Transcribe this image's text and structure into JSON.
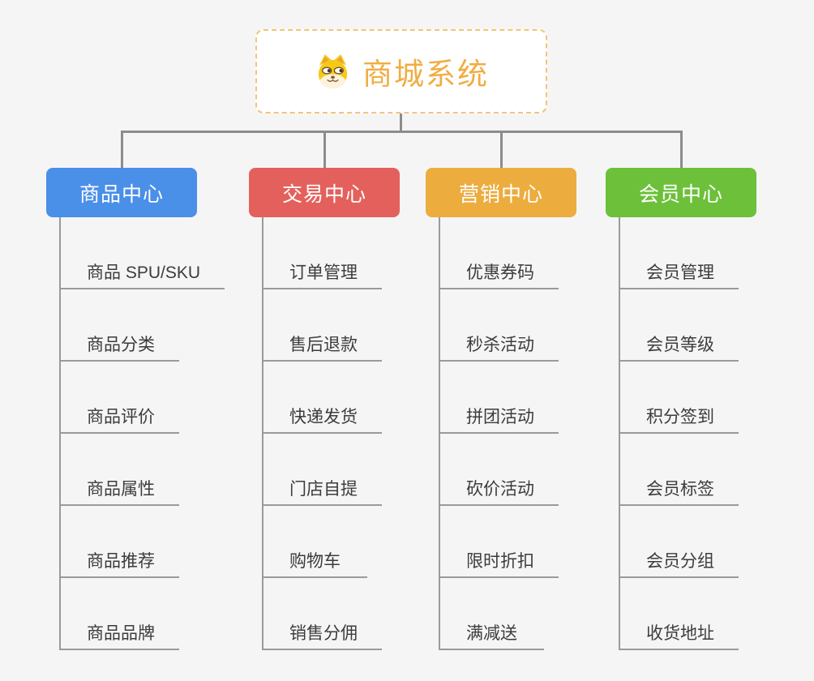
{
  "root": {
    "title": "商城系统",
    "icon": "dog-face-icon",
    "accent_color": "#f0ad43",
    "border_color": "#f2c47c"
  },
  "connector_color": "#8c8c8c",
  "child_line_color": "#9a9a9a",
  "branches": [
    {
      "label": "商品中心",
      "color": "#4a8fe8",
      "children": [
        "商品 SPU/SKU",
        "商品分类",
        "商品评价",
        "商品属性",
        "商品推荐",
        "商品品牌"
      ]
    },
    {
      "label": "交易中心",
      "color": "#e4605c",
      "children": [
        "订单管理",
        "售后退款",
        "快递发货",
        "门店自提",
        "购物车",
        "销售分佣"
      ]
    },
    {
      "label": "营销中心",
      "color": "#ecac3e",
      "children": [
        "优惠券码",
        "秒杀活动",
        "拼团活动",
        "砍价活动",
        "限时折扣",
        "满减送"
      ]
    },
    {
      "label": "会员中心",
      "color": "#6cc03a",
      "children": [
        "会员管理",
        "会员等级",
        "积分签到",
        "会员标签",
        "会员分组",
        "收货地址"
      ]
    }
  ]
}
